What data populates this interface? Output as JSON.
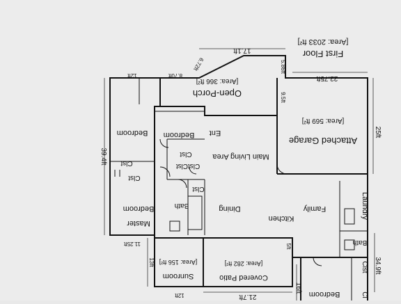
{
  "plan": {
    "floor_title": "First Floor",
    "total_area": "[Area: 2033 ft²]"
  },
  "dimensions": {
    "porch_top": "17.1ft",
    "porch_diag": "6.72ft",
    "left_top_a": "12ft",
    "left_top_b": "8.70ft",
    "porch_right": "5.86ft",
    "garage_width": "22.75ft",
    "garage_height": "25ft",
    "porch_lower": "9.5ft",
    "left_height": "39.4ft",
    "left_bottom": "11.25ft",
    "patio_left": "5ft",
    "patio_width": "21.7ft",
    "sunroom_height": "13ft",
    "sunroom_width": "12ft",
    "bottom_right_height": "16ft",
    "bottom_right_width": "34.9ft"
  },
  "rooms": {
    "open_porch": "Open-Porch",
    "open_porch_area": "[Area: 366 ft²]",
    "attached_garage": "Attached Garage",
    "garage_area": "[Area: 569 ft²]",
    "bedroom_1": "Bedroom",
    "bedroom_2": "Bedroom",
    "bedroom_3": "Bedroom",
    "entry": "Ent",
    "main_living": "Main Living Area",
    "clst_1": "Clst",
    "clst_2": "Clst",
    "clst_3": "ClstClst",
    "clst_4": "Clst",
    "clst_5": "Clst",
    "clst_6": "Clst",
    "master": "Master",
    "master_bedroom": "Bedroom",
    "bath_1": "Bath",
    "bath_2": "Bath",
    "dining": "Dining",
    "kitchen": "Kitchen",
    "family": "Family",
    "laundry": "Laundry",
    "covered_patio": "Covered Patio",
    "patio_area": "[Area: 282 ft²]",
    "sunroom": "Sunroom",
    "sunroom_area": "[Area: 156 ft²]",
    "clst_partial": "Cl"
  }
}
